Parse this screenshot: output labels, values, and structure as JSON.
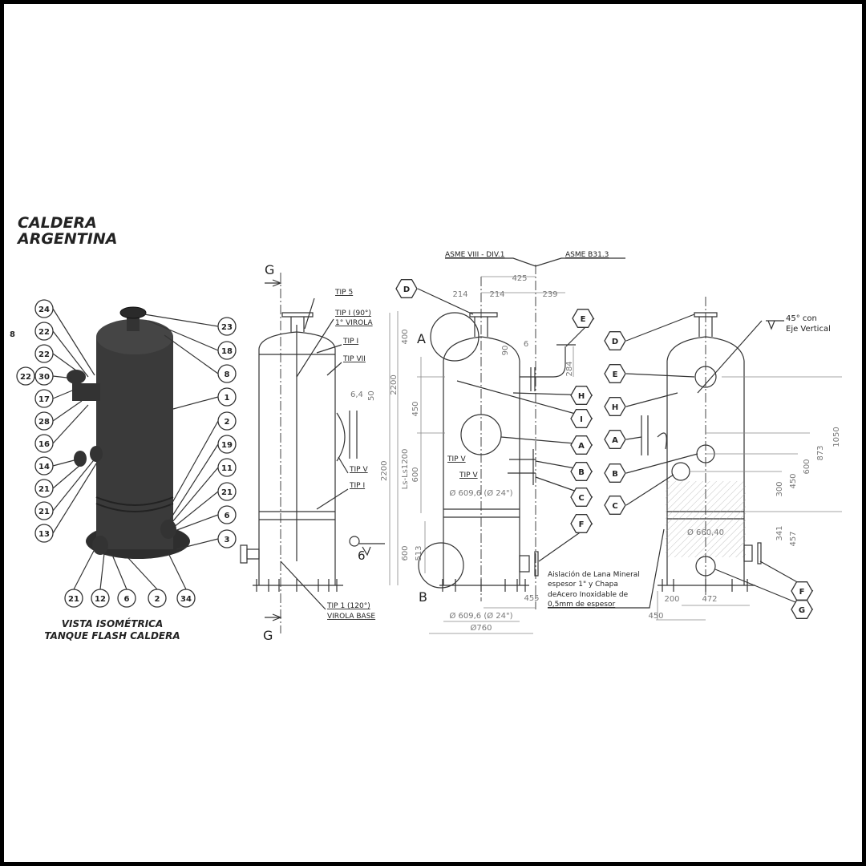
{
  "isometric": {
    "title_partial": "CALDERA",
    "title": "ARGENTINA",
    "left_balloons": [
      "24",
      "22",
      "22",
      "30",
      "17",
      "28",
      "16",
      "14",
      "21",
      "21",
      "13"
    ],
    "extra_balloon": "22",
    "right_balloons": [
      "23",
      "18",
      "8",
      "1",
      "2",
      "19",
      "11",
      "21",
      "6",
      "3"
    ],
    "bottom_balloons": [
      "21",
      "12",
      "6",
      "2",
      "34"
    ],
    "caption_line1": "VISTA ISOMÉTRICA",
    "caption_line2": "TANQUE FLASH CALDERA"
  },
  "section_view": {
    "cut_top": "G",
    "cut_bottom": "G",
    "labels": [
      "TIP 5",
      "TIP I (90°)",
      "1° VIROLA",
      "TIP I",
      "TIP VII",
      "TIP V",
      "TIP I",
      "TIP 1 (120°)",
      "VIROLA BASE"
    ],
    "dims": [
      "6,4",
      "50",
      "2200"
    ],
    "weld_size": "6"
  },
  "front_view": {
    "standard_left": "ASME VIII - DIV.1",
    "standard_right": "ASME B31.3",
    "detail_a": "A",
    "detail_b": "B",
    "dims": [
      "425",
      "214",
      "214",
      "239",
      "400",
      "90",
      "6",
      "284",
      "450",
      "Ls-Ls1200",
      "600",
      "600",
      "513",
      "2200",
      "Ø 609,6 (Ø 24\")",
      "455",
      "Ø 609,6 (Ø 24\")",
      "Ø760"
    ],
    "tip_labels": [
      "TIP V",
      "TIP V"
    ],
    "hex_balloons": [
      "D",
      "E",
      "H",
      "I",
      "A",
      "B",
      "C",
      "F"
    ],
    "note": [
      "Aislación de Lana Mineral",
      "espesor 1\" y Chapa",
      "deAcero Inoxidable de",
      "0,5mm de espesor"
    ]
  },
  "side_view": {
    "hex_balloons": [
      "D",
      "E",
      "H",
      "A",
      "B",
      "C",
      "F",
      "G"
    ],
    "weld_note": [
      "45° con",
      "Eje Vertical"
    ],
    "dims": [
      "1050",
      "873",
      "600",
      "450",
      "300",
      "341",
      "457",
      "Ø 660,40",
      "200",
      "472",
      "450"
    ]
  }
}
